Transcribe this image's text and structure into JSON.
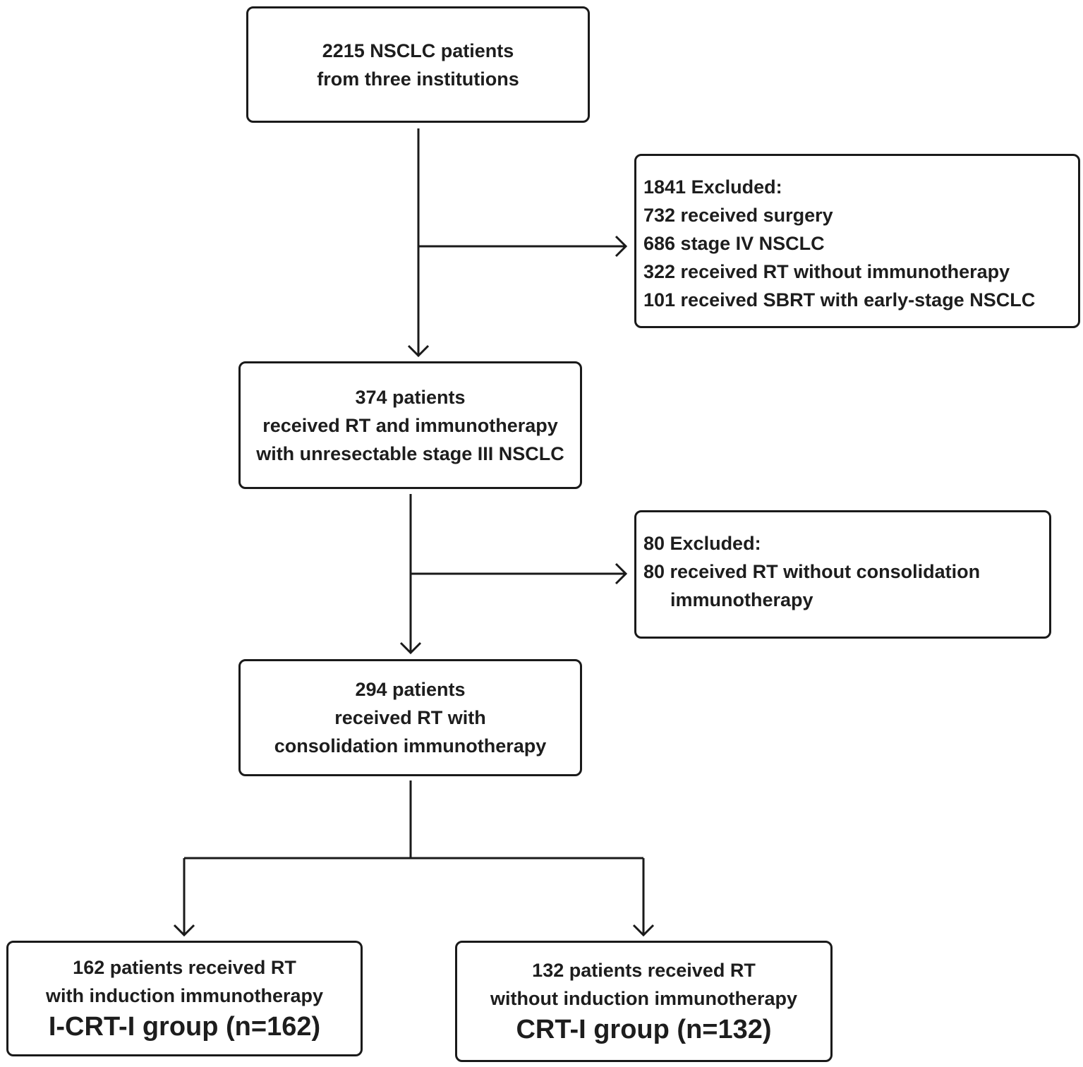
{
  "boxes": {
    "initial": {
      "lines": [
        "2215 NSCLC patients",
        "from three institutions"
      ]
    },
    "exclusion1": {
      "lines": [
        "1841 Excluded:",
        "732 received surgery",
        "686 stage IV NSCLC",
        "322 received RT without immunotherapy",
        "101 received SBRT with early-stage NSCLC"
      ]
    },
    "stage3": {
      "lines": [
        "374 patients",
        "received RT and immunotherapy",
        "with unresectable stage III NSCLC"
      ]
    },
    "exclusion2": {
      "lines": [
        "80 Excluded:",
        "80 received RT without consolidation",
        "immunotherapy"
      ]
    },
    "consolidation": {
      "lines": [
        "294 patients",
        "received RT with",
        "consolidation immunotherapy"
      ]
    },
    "icrti": {
      "lines": [
        "162 patients received RT",
        "with induction immunotherapy"
      ],
      "group": "I-CRT-I group (n=162)"
    },
    "crti": {
      "lines": [
        "132 patients received RT",
        "without induction immunotherapy"
      ],
      "group": "CRT-I group (n=132)"
    }
  }
}
